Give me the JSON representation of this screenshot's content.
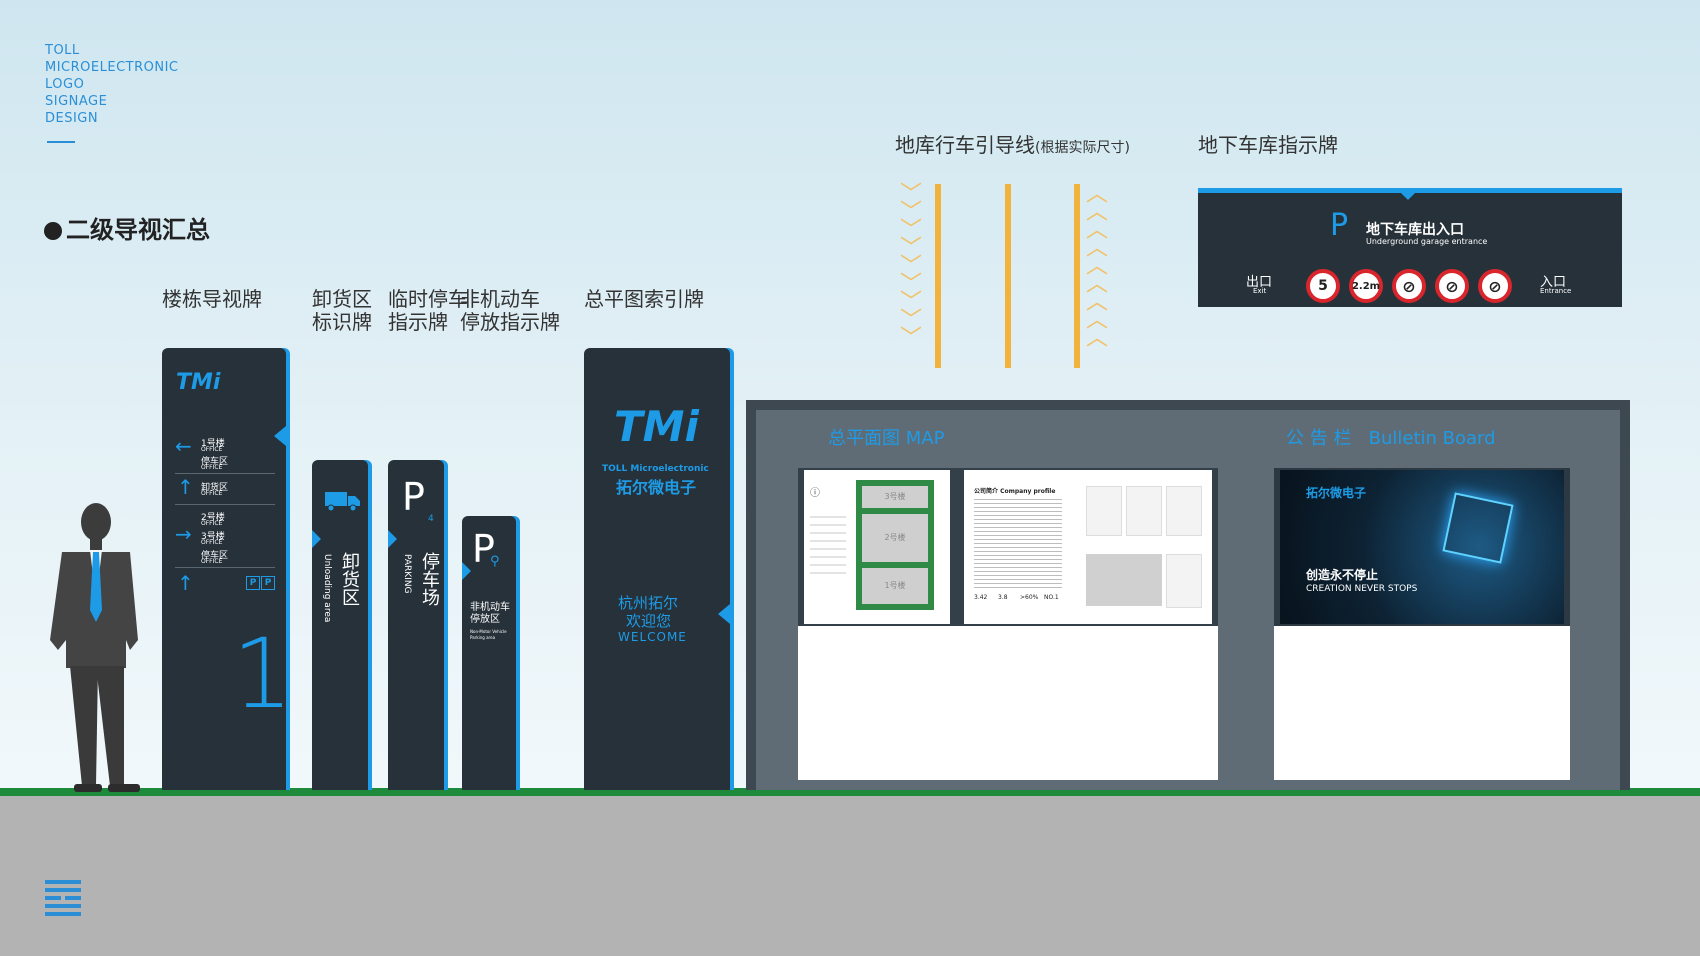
{
  "brand": {
    "lines": [
      "TOLL",
      "MICROELECTRONIC",
      "LOGO",
      "SIGNAGE",
      "DESIGN"
    ]
  },
  "section_title": "二级导视汇总",
  "labels": {
    "building_sign": "楼栋导视牌",
    "unloading_1": "卸货区",
    "unloading_2": "标识牌",
    "parking_1": "临时停车",
    "parking_2": "指示牌",
    "nonmotor_1": "非机动车",
    "nonmotor_2": "停放指示牌",
    "master_plan": "总平图索引牌",
    "guide_line": "地库行车引导线",
    "guide_line_note": "(根据实际尺寸)",
    "garage_sign": "地下车库指示牌"
  },
  "building_post": {
    "logo": "TMi",
    "rows": [
      {
        "text": "1号楼",
        "sub": "OFFICE"
      },
      {
        "text": "停车区",
        "sub": "OFFICE"
      },
      {
        "text": "卸货区",
        "sub": "OFFICE"
      },
      {
        "text": "2号楼",
        "sub": "OFFICE"
      },
      {
        "text": "3号楼",
        "sub": "OFFICE"
      },
      {
        "text": "停车区",
        "sub": "OFFICE"
      }
    ],
    "number": "1",
    "parking_icons": [
      "P",
      "P"
    ]
  },
  "unloading_post": {
    "cn": "卸货区",
    "en": "Unloading area"
  },
  "parking_post": {
    "letter": "P",
    "sub": "4",
    "cn": "停车场",
    "en": "PARKING"
  },
  "nonmotor_post": {
    "letter": "P",
    "cn1": "非机动车",
    "cn2": "停放区",
    "en1": "Non-Motor Vehicle",
    "en2": "Parking area"
  },
  "master_post": {
    "logo": "TMi",
    "logo_en": "TOLL Microelectronic",
    "logo_cn": "拓尔微电子",
    "city": "杭州拓尔",
    "welcome_cn": "欢迎您",
    "welcome_en": "WELCOME"
  },
  "garage_sign": {
    "letter": "P",
    "title_cn": "地下车库出入口",
    "title_en": "Underground garage entrance",
    "exit_cn": "出口",
    "exit_en": "Exit",
    "entrance_cn": "入口",
    "entrance_en": "Entrance",
    "speed": "5",
    "height": "2.2m"
  },
  "board": {
    "map_title": "总平面图 MAP",
    "bulletin_title": "公 告 栏   Bulletin Board",
    "company_profile": "公司简介 Company profile",
    "stats": [
      "3.42",
      "3.8",
      ">60%",
      "NO.1"
    ],
    "banner_brand": "拓尔微电子",
    "banner_cn": "创造永不停止",
    "banner_en": "CREATION NEVER STOPS",
    "map_buildings": [
      "3号楼",
      "2号楼",
      "1号楼"
    ]
  },
  "colors": {
    "accent": "#1e9be6",
    "post": "#263139",
    "grass": "#1e8a3c",
    "ground": "#b3b3b3",
    "guide": "#f2b33d"
  }
}
